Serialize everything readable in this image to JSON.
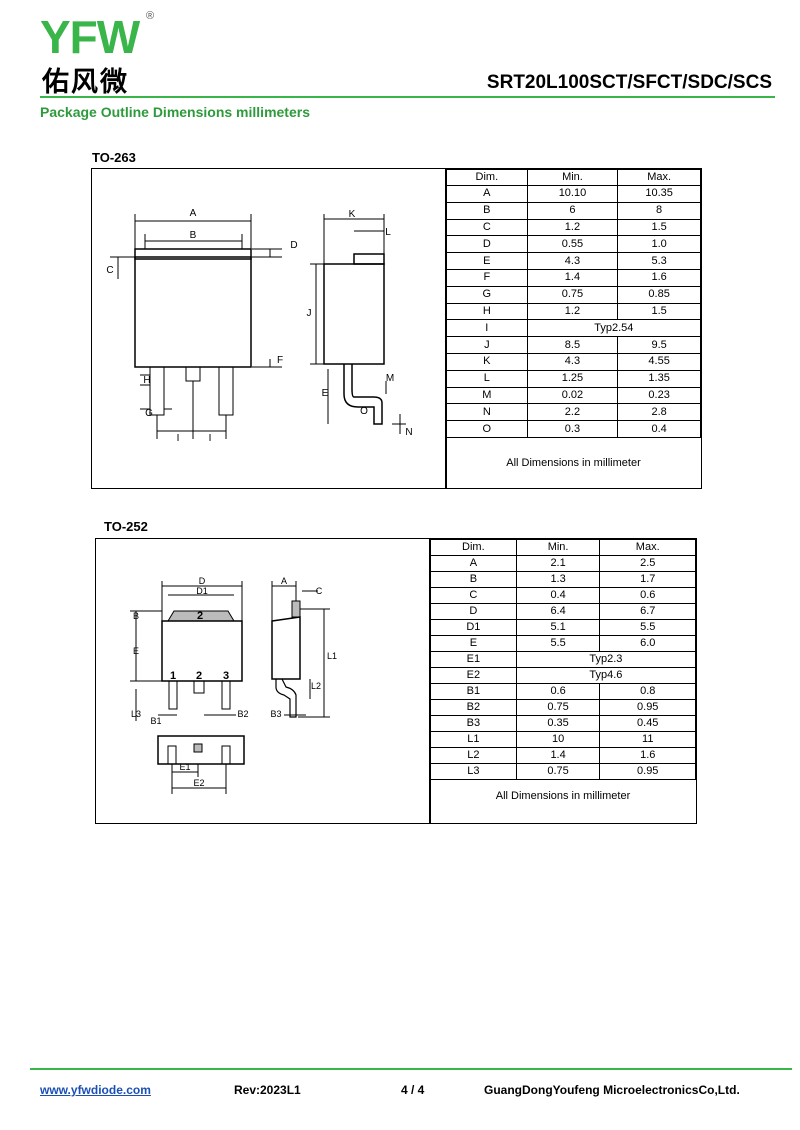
{
  "header": {
    "logo_latin": "YFW",
    "logo_registered": "®",
    "logo_chinese": "佑风微",
    "part_number": "SRT20L100SCT/SFCT/SDC/SCS",
    "section_title": "Package Outline Dimensions millimeters"
  },
  "to263": {
    "label": "TO-263",
    "columns": [
      "Dim.",
      "Min.",
      "Max."
    ],
    "rows": [
      [
        "A",
        "10.10",
        "10.35"
      ],
      [
        "B",
        "6",
        "8"
      ],
      [
        "C",
        "1.2",
        "1.5"
      ],
      [
        "D",
        "0.55",
        "1.0"
      ],
      [
        "E",
        "4.3",
        "5.3"
      ],
      [
        "F",
        "1.4",
        "1.6"
      ],
      [
        "G",
        "0.75",
        "0.85"
      ],
      [
        "H",
        "1.2",
        "1.5"
      ],
      [
        "I",
        "Typ2.54"
      ],
      [
        "J",
        "8.5",
        "9.5"
      ],
      [
        "K",
        "4.3",
        "4.55"
      ],
      [
        "L",
        "1.25",
        "1.35"
      ],
      [
        "M",
        "0.02",
        "0.23"
      ],
      [
        "N",
        "2.2",
        "2.8"
      ],
      [
        "O",
        "0.3",
        "0.4"
      ]
    ],
    "note": "All Dimensions in millimeter",
    "drawing_labels": [
      "A",
      "B",
      "C",
      "D",
      "F",
      "H",
      "G",
      "I",
      "I",
      "K",
      "L",
      "J",
      "E",
      "M",
      "O",
      "N"
    ]
  },
  "to252": {
    "label": "TO-252",
    "columns": [
      "Dim.",
      "Min.",
      "Max."
    ],
    "rows": [
      [
        "A",
        "2.1",
        "2.5"
      ],
      [
        "B",
        "1.3",
        "1.7"
      ],
      [
        "C",
        "0.4",
        "0.6"
      ],
      [
        "D",
        "6.4",
        "6.7"
      ],
      [
        "D1",
        "5.1",
        "5.5"
      ],
      [
        "E",
        "5.5",
        "6.0"
      ],
      [
        "E1",
        "Typ2.3"
      ],
      [
        "E2",
        "Typ4.6"
      ],
      [
        "B1",
        "0.6",
        "0.8"
      ],
      [
        "B2",
        "0.75",
        "0.95"
      ],
      [
        "B3",
        "0.35",
        "0.45"
      ],
      [
        "L1",
        "10",
        "11"
      ],
      [
        "L2",
        "1.4",
        "1.6"
      ],
      [
        "L3",
        "0.75",
        "0.95"
      ]
    ],
    "note": "All Dimensions in millimeter",
    "drawing_labels": [
      "D",
      "D1",
      "A",
      "C",
      "B",
      "E",
      "2",
      "1",
      "2",
      "3",
      "L1",
      "L2",
      "L3",
      "B1",
      "B2",
      "B3",
      "E1",
      "E2"
    ]
  },
  "footer": {
    "website": "www.yfwdiode.com",
    "revision": "Rev:2023L1",
    "page": "4 / 4",
    "company": "GuangDongYoufeng MicroelectronicsCo,Ltd."
  }
}
